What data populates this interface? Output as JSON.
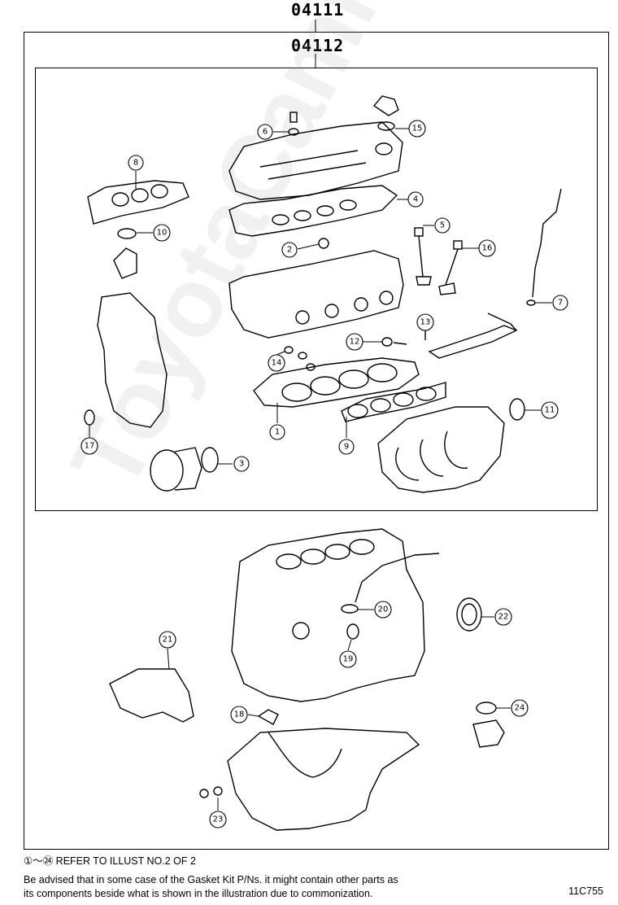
{
  "kit_numbers": {
    "outer": "04111",
    "inner": "04112"
  },
  "callouts": [
    {
      "num": "1"
    },
    {
      "num": "2"
    },
    {
      "num": "3"
    },
    {
      "num": "4"
    },
    {
      "num": "5"
    },
    {
      "num": "6"
    },
    {
      "num": "7"
    },
    {
      "num": "8"
    },
    {
      "num": "9"
    },
    {
      "num": "10"
    },
    {
      "num": "11"
    },
    {
      "num": "12"
    },
    {
      "num": "13"
    },
    {
      "num": "14"
    },
    {
      "num": "15"
    },
    {
      "num": "16"
    },
    {
      "num": "17"
    },
    {
      "num": "18"
    },
    {
      "num": "19"
    },
    {
      "num": "20"
    },
    {
      "num": "21"
    },
    {
      "num": "22"
    },
    {
      "num": "23"
    },
    {
      "num": "24"
    }
  ],
  "notes": {
    "refer": "①～㉔ REFER TO ILLUST NO.2 OF 2",
    "line1": "Be advised that in some case of the Gasket Kit P/Ns.  it might contain other parts as",
    "line2": "its components beside what is shown in the illustration due to commonization."
  },
  "illustration_code": "11C755",
  "watermark": "ToyotaCamryRe.ru"
}
